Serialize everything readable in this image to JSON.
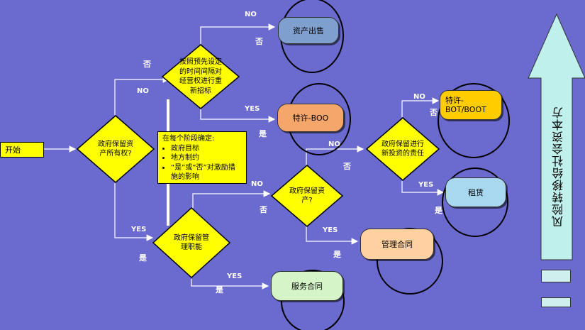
{
  "start": {
    "label": "开始"
  },
  "diamonds": {
    "ownership": [
      "政府保留资",
      "产所有权?"
    ],
    "rebid": [
      "按照预先设定",
      "的时间间隔对",
      "经营权进行重",
      "新招标"
    ],
    "management": [
      "政府保留管",
      "理职能"
    ],
    "asset": [
      "政府保留资",
      "产?"
    ],
    "newinvest": [
      "政府保留进行",
      "新投资的责任"
    ]
  },
  "outcomes": {
    "sale": "资产出售",
    "boo": "特许-BOO",
    "bot": "特许-BOT/BOOT",
    "lease": "租赁",
    "mgmt": "管理合同",
    "service": "服务合同"
  },
  "note": {
    "heading": "在每个阶段确定:",
    "items": [
      "政府目标",
      "地方制约",
      "“是”或“否”对激励措施的影响"
    ]
  },
  "labels": {
    "no": "NO",
    "yes": "YES",
    "fou": "否",
    "shi": "是"
  },
  "arrow_label": "风险转移给社会资本方",
  "colors": {
    "background": "#6a6acf",
    "diamond": "#ffff00",
    "sale": "#7f9fcf",
    "boo": "#f5a66b",
    "bot": "#ffcc00",
    "lease": "#a8d8f0",
    "mgmt": "#ffd1a0",
    "service": "#d5f5c8",
    "arrow": "#bff0ec"
  }
}
